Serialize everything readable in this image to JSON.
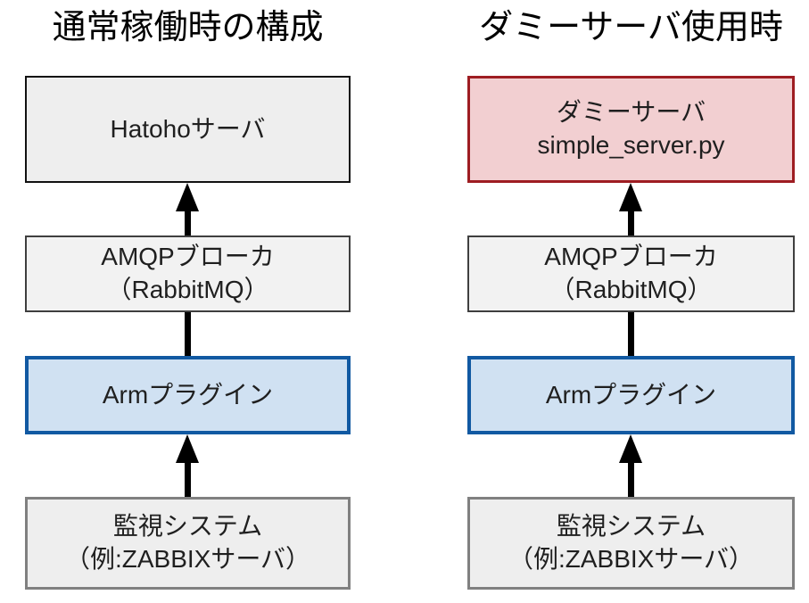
{
  "page": {
    "background": "#ffffff"
  },
  "diagram": {
    "left": {
      "title": "通常稼働時の構成",
      "boxes": {
        "hatoho": {
          "line1": "Hatohoサーバ"
        },
        "amqp": {
          "line1": "AMQPブローカ",
          "line2": "（RabbitMQ）"
        },
        "arm": {
          "line1": "Armプラグイン"
        },
        "monitoring": {
          "line1": "監視システム",
          "line2": "（例:ZABBIXサーバ）"
        }
      },
      "connections": [
        {
          "from": "amqp",
          "to": "hatoho",
          "type": "arrow-up"
        },
        {
          "from": "arm",
          "to": "amqp",
          "type": "line"
        },
        {
          "from": "monitoring",
          "to": "arm",
          "type": "arrow-up"
        }
      ]
    },
    "right": {
      "title": "ダミーサーバ使用時",
      "boxes": {
        "dummy": {
          "line1": "ダミーサーバ",
          "line2": "simple_server.py"
        },
        "amqp": {
          "line1": "AMQPブローカ",
          "line2": "（RabbitMQ）"
        },
        "arm": {
          "line1": "Armプラグイン"
        },
        "monitoring": {
          "line1": "監視システム",
          "line2": "（例:ZABBIXサーバ）"
        }
      },
      "connections": [
        {
          "from": "amqp",
          "to": "dummy",
          "type": "arrow-up"
        },
        {
          "from": "arm",
          "to": "amqp",
          "type": "line"
        },
        {
          "from": "monitoring",
          "to": "arm",
          "type": "arrow-up"
        }
      ]
    },
    "colors": {
      "gray_fill": "#eeeeee",
      "black_border": "#111111",
      "dark_gray_border": "#3f3f3f",
      "mid_gray_border": "#808080",
      "blue_fill": "#d0e1f2",
      "blue_border": "#1159a2",
      "pink_fill": "#f2cfd1",
      "red_border": "#9e1d22",
      "arrow": "#000000",
      "text": "#1f1f1f"
    }
  }
}
